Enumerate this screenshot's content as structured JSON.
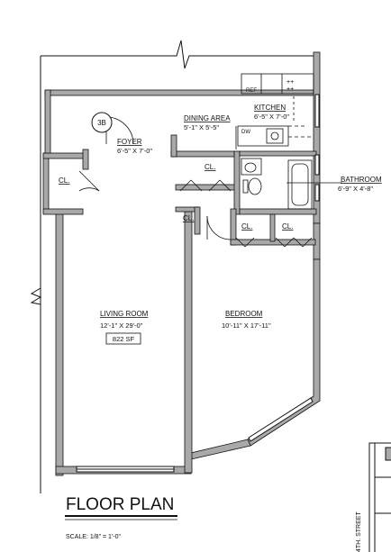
{
  "unit_label": "3B",
  "rooms": {
    "foyer": {
      "name": "FOYER",
      "dims": "6'-5\" X 7'-0\""
    },
    "dining": {
      "name": "DINING AREA",
      "dims": "5'-1\" X 5'-5\""
    },
    "kitchen": {
      "name": "KITCHEN",
      "dims": "6'-5\" X 7'-0\""
    },
    "bathroom": {
      "name": "BATHROOM",
      "dims": "6'-9\" X 4'-8\""
    },
    "living": {
      "name": "LIVING ROOM",
      "dims": "12'-1\" X 29'-0\"",
      "area": "822 SF"
    },
    "bedroom": {
      "name": "BEDROOM",
      "dims": "10'-11\" X 17'-11\""
    }
  },
  "closet_label": "CL.",
  "appliances": {
    "ref": "REF",
    "dw": "DW"
  },
  "title": "FLOOR PLAN",
  "scale": "SCALE: 1/8\" = 1'-0\"",
  "street": "4TH. STREET",
  "colors": {
    "wall": "#a9a9a9",
    "line": "#111111"
  }
}
